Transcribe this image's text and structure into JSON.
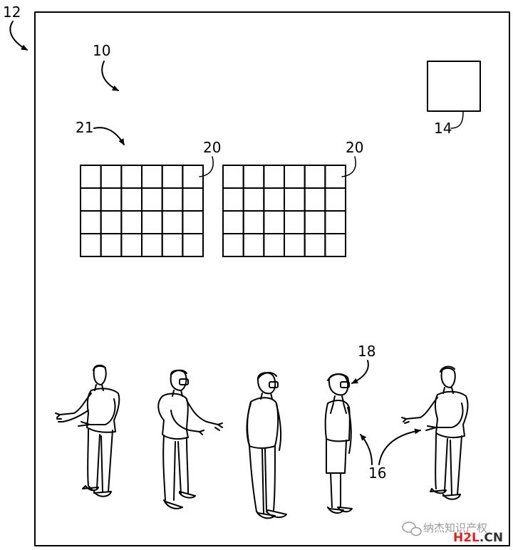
{
  "labels": {
    "room": "12",
    "system": "10",
    "display_group": "21",
    "display_left": "20",
    "display_right": "20",
    "controller": "14",
    "headset": "18",
    "users": "16"
  },
  "watermark": {
    "text": "纳杰知识产权",
    "brand_h2l": "H2L",
    "brand_cn": ".CN",
    "icon": "wechat-bubble-icon"
  },
  "colors": {
    "line": "#000000",
    "watermark_text": "#9a9a9a",
    "brand_red": "#e02020",
    "brand_dark": "#333333"
  }
}
